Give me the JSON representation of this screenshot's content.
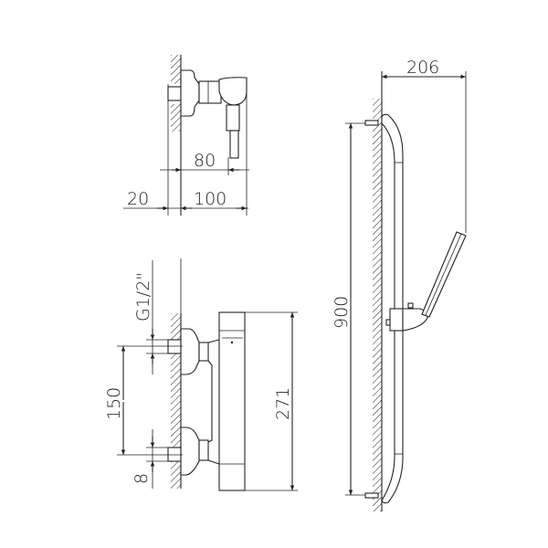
{
  "drawing": {
    "mixer_top": {
      "dim_depth": "80",
      "dim_wall": "20",
      "dim_total": "100"
    },
    "thermostat": {
      "dim_thread": "G1/2\"",
      "dim_centers": "150",
      "dim_offset": "8",
      "dim_height": "271"
    },
    "shower_rail": {
      "dim_projection": "206",
      "dim_length": "900"
    },
    "line_color": "#222222"
  }
}
